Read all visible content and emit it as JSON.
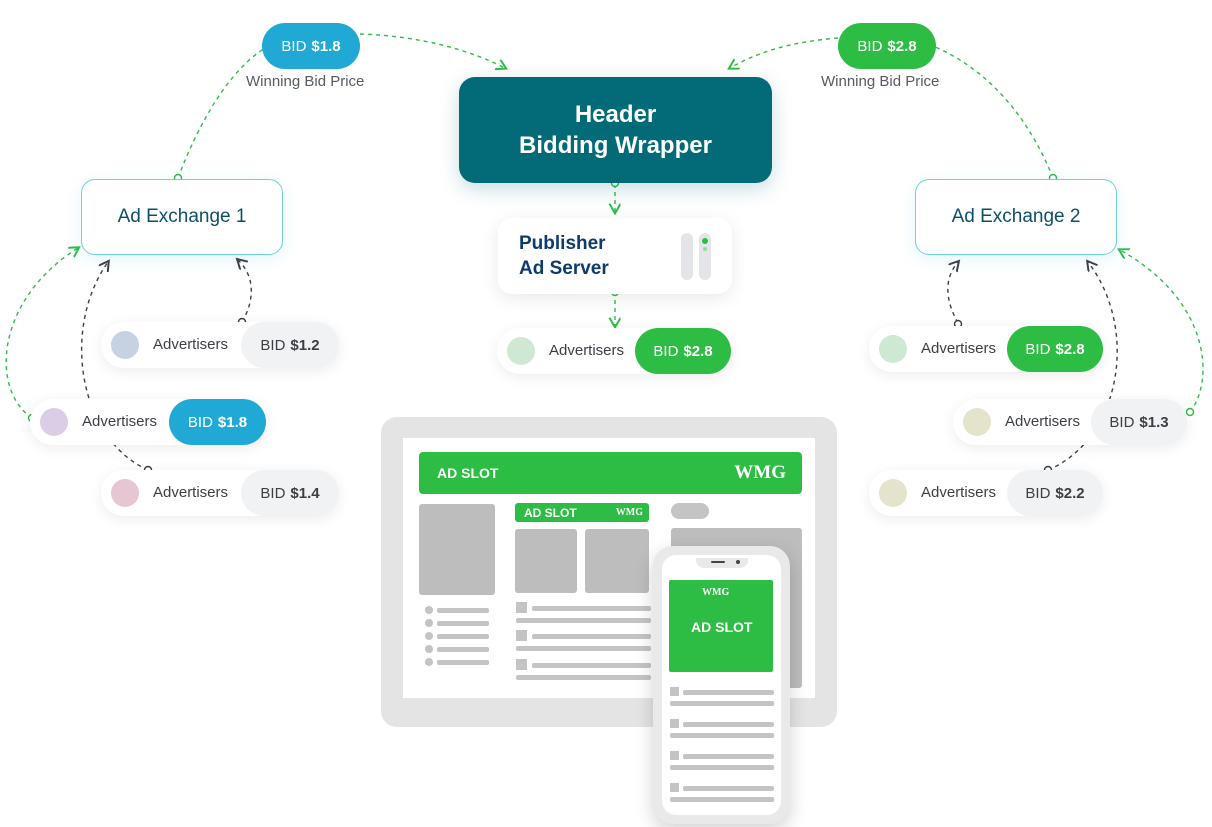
{
  "wrapper": {
    "line1": "Header",
    "line2": "Bidding Wrapper"
  },
  "publisher_server": {
    "line1": "Publisher",
    "line2": "Ad Server"
  },
  "exchanges": {
    "left": "Ad Exchange 1",
    "right": "Ad Exchange 2"
  },
  "winning_bids": {
    "left": {
      "prefix": "BID",
      "amount": "$1.8",
      "caption": "Winning Bid Price"
    },
    "right": {
      "prefix": "BID",
      "amount": "$2.8",
      "caption": "Winning Bid Price"
    }
  },
  "advertisers": [
    {
      "label": "Advertisers",
      "prefix": "BID",
      "amount": "$1.2",
      "color": "#f1f2f4"
    },
    {
      "label": "Advertisers",
      "prefix": "BID",
      "amount": "$1.8",
      "color": "#21a9d6"
    },
    {
      "label": "Advertisers",
      "prefix": "BID",
      "amount": "$1.4",
      "color": "#f1f2f4"
    },
    {
      "label": "Advertisers",
      "prefix": "BID",
      "amount": "$2.8",
      "color": "#2dbd45"
    },
    {
      "label": "Advertisers",
      "prefix": "BID",
      "amount": "$2.8",
      "color": "#2dbd45"
    },
    {
      "label": "Advertisers",
      "prefix": "BID",
      "amount": "$1.3",
      "color": "#f1f2f4"
    },
    {
      "label": "Advertisers",
      "prefix": "BID",
      "amount": "$2.2",
      "color": "#f1f2f4"
    }
  ],
  "devices": {
    "tablet_top_slot": {
      "label": "AD SLOT",
      "brand": "WMG"
    },
    "tablet_mid_slot": {
      "label": "AD SLOT",
      "brand": "WMG"
    },
    "phone_slot": {
      "label": "AD SLOT",
      "brand": "WMG"
    }
  },
  "colors": {
    "green": "#2dbd45",
    "blue": "#21a9d6",
    "teal": "#036b78",
    "navy": "#0d3b6b"
  }
}
